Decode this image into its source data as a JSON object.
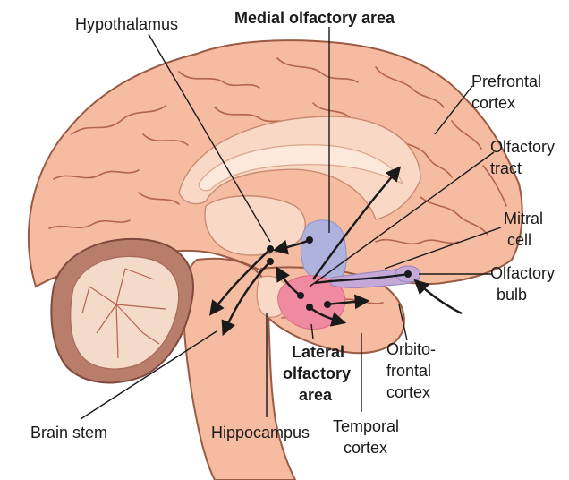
{
  "labels": {
    "hypothalamus": "Hypothalamus",
    "medial_olfactory_area": "Medial olfactory area",
    "prefrontal_cortex_l1": "Prefrontal",
    "prefrontal_cortex_l2": "cortex",
    "olfactory_tract_l1": "Olfactory",
    "olfactory_tract_l2": "tract",
    "mitral_cell_l1": "Mitral",
    "mitral_cell_l2": "cell",
    "olfactory_bulb_l1": "Olfactory",
    "olfactory_bulb_l2": "bulb",
    "orbitofrontal_cortex_l1": "Orbito-",
    "orbitofrontal_cortex_l2": "frontal",
    "orbitofrontal_cortex_l3": "cortex",
    "temporal_cortex_l1": "Temporal",
    "temporal_cortex_l2": "cortex",
    "hippocampus": "Hippocampus",
    "brain_stem": "Brain stem",
    "lateral_olfactory_area_l1": "Lateral",
    "lateral_olfactory_area_l2": "olfactory",
    "lateral_olfactory_area_l3": "area"
  },
  "colors": {
    "brain_fill": "#f6bca2",
    "brain_outline": "#9a5a44",
    "inner_fill": "#f9d9c6",
    "medial_area": "#aeb2dc",
    "lateral_area": "#f08aa0",
    "olfactory_bulb": "#c3a8d8"
  }
}
